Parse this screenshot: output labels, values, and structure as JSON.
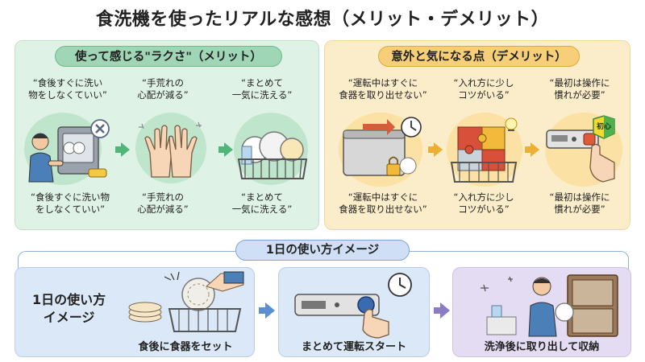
{
  "title": "食洗機を使ったリアルな感想（メリット・デメリット）",
  "merit": {
    "header": "使って感じる\"ラクさ\"（メリット）",
    "items": [
      {
        "top": "“食後すぐに洗い\n物をしなくていい”",
        "bottom": "“食後すぐに洗い物\nをしなくていい”",
        "icon": "dishwasher-loading-icon"
      },
      {
        "top": "“手荒れの\n心配が減る”",
        "bottom": "“手荒れの\n心配が減る”",
        "icon": "hands-icon"
      },
      {
        "top": "“まとめて\n一気に洗える”",
        "bottom": "“まとめて\n一気に洗える”",
        "icon": "dish-rack-icon"
      }
    ]
  },
  "demerit": {
    "header": "意外と気になる点（デメリット）",
    "items": [
      {
        "top": "“運転中はすぐに\n食器を取り出せない”",
        "bottom": "“運転中はすぐに\n食器を取り出せない”",
        "icon": "locked-dishwasher-icon"
      },
      {
        "top": "“入れ方に少し\nコツがいる”",
        "bottom": "“入れ方に少し\nコツがいる”",
        "icon": "puzzle-icon"
      },
      {
        "top": "“最初は操作に\n慣れが必要”",
        "bottom": "“最初は操作に\n慣れが必要”",
        "icon": "control-panel-icon",
        "badge": "初心"
      }
    ]
  },
  "usage": {
    "header": "1日の使い方イメージ",
    "side_label": "1日の使い方\nイメージ",
    "steps": [
      {
        "label": "食後に食器をセット",
        "icon": "load-dishes-icon"
      },
      {
        "label": "まとめて運転スタート",
        "icon": "start-button-icon"
      },
      {
        "label": "洗浄後に取り出して収納",
        "icon": "store-dishes-icon"
      }
    ]
  },
  "colors": {
    "merit_bg": "#dff2e6",
    "demerit_bg": "#fbedc9",
    "usage_bg": "#dbe8f8",
    "usage_last_bg": "#e3dcf2"
  }
}
